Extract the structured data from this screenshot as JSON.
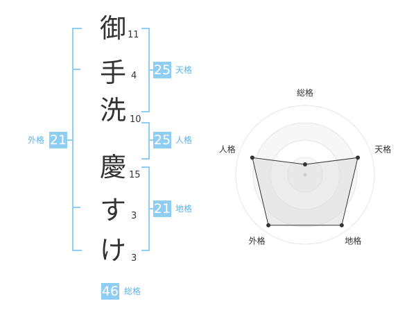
{
  "name_chars": [
    {
      "char": "御",
      "strokes": "11"
    },
    {
      "char": "手",
      "strokes": "4"
    },
    {
      "char": "洗",
      "strokes": "10"
    },
    {
      "char": "慶",
      "strokes": "15"
    },
    {
      "char": "す",
      "strokes": "3"
    },
    {
      "char": "け",
      "strokes": "3"
    }
  ],
  "fortunes": {
    "tenkaku": {
      "value": "25",
      "label": "天格"
    },
    "jinkaku": {
      "value": "25",
      "label": "人格"
    },
    "chikaku": {
      "value": "21",
      "label": "地格"
    },
    "gaikaku": {
      "value": "21",
      "label": "外格"
    },
    "soukaku": {
      "value": "46",
      "label": "総格"
    }
  },
  "colors": {
    "accent": "#8fcdf3",
    "accent_text": "#5bb4ea",
    "text": "#333333",
    "radar_fill": "#eeeeee",
    "radar_ring": "#e6e6e6"
  },
  "chart_data": {
    "type": "radar",
    "axes": [
      "総格",
      "天格",
      "地格",
      "外格",
      "人格"
    ],
    "values": [
      0.15,
      0.8,
      0.9,
      0.9,
      0.8
    ],
    "range": [
      0,
      1
    ],
    "rings": 4
  }
}
